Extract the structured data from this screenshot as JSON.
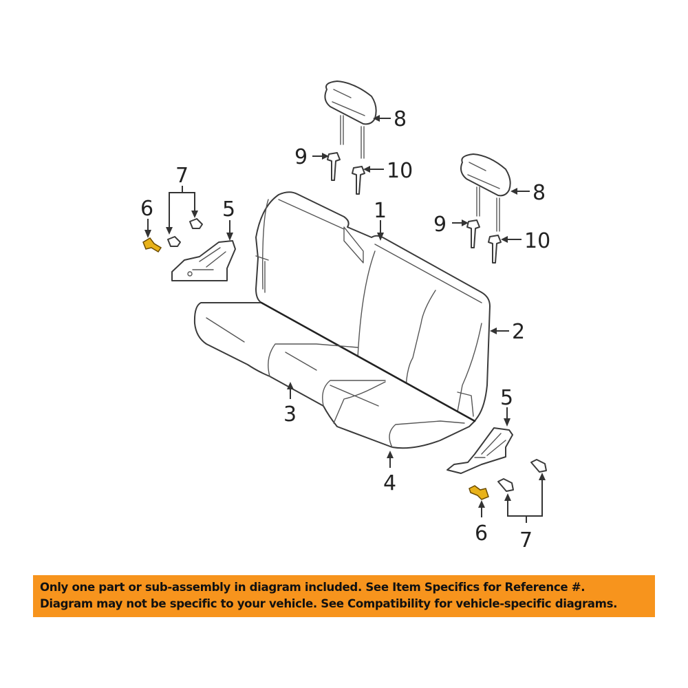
{
  "diagram": {
    "title": "Rear bench seat exploded parts diagram",
    "callouts": [
      {
        "id": "1",
        "label": "1",
        "part": "seat-back-frame"
      },
      {
        "id": "2",
        "label": "2",
        "part": "seat-back-cover"
      },
      {
        "id": "3",
        "label": "3",
        "part": "seat-cushion-frame"
      },
      {
        "id": "4",
        "label": "4",
        "part": "seat-cushion-cover"
      },
      {
        "id": "5",
        "label": "5",
        "part": "seat-side-bracket"
      },
      {
        "id": "6",
        "label": "6",
        "part": "bolt"
      },
      {
        "id": "7",
        "label": "7",
        "part": "clip"
      },
      {
        "id": "8",
        "label": "8",
        "part": "headrest"
      },
      {
        "id": "9",
        "label": "9",
        "part": "headrest-guide-left"
      },
      {
        "id": "10",
        "label": "10",
        "part": "headrest-guide-right"
      }
    ],
    "colors": {
      "line": "#3a3a3a",
      "highlight_part": "#e8b21a",
      "banner_bg": "#f7941d",
      "banner_text": "#111111"
    }
  },
  "labels": {
    "c1": "1",
    "c2": "2",
    "c3": "3",
    "c4": "4",
    "c5_left": "5",
    "c5_right": "5",
    "c6_left": "6",
    "c6_right": "6",
    "c7_left": "7",
    "c7_right": "7",
    "c8_left": "8",
    "c8_right": "8",
    "c9_left": "9",
    "c9_right": "9",
    "c10_left": "10",
    "c10_right": "10"
  },
  "banner": {
    "line1": "Only one part or sub-assembly in diagram included. See Item Specifics for Reference #.",
    "line2": "Diagram may not be specific to your vehicle. See Compatibility for vehicle-specific diagrams."
  }
}
